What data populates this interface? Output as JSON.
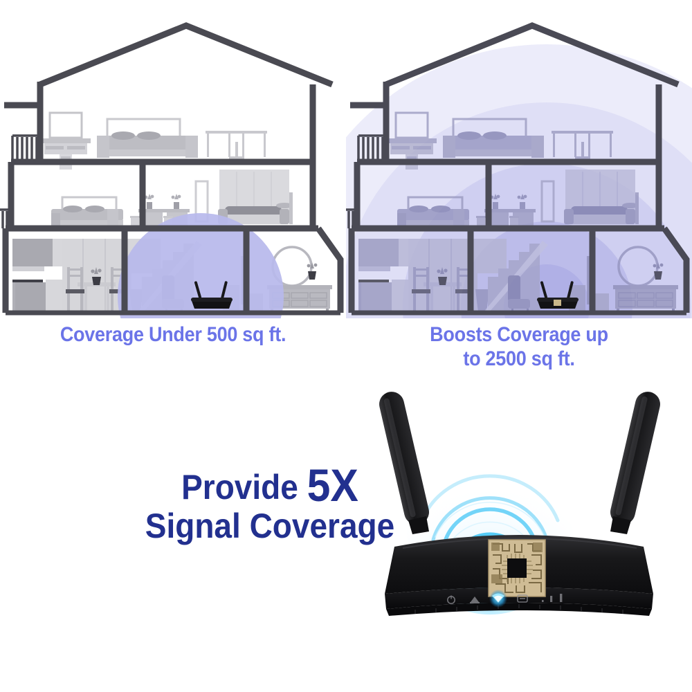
{
  "page": {
    "background": "#ffffff",
    "accent_light": "#6b74e8",
    "accent_dark": "#22308f",
    "coverage_fill": "#b7b9ec",
    "wall_color": "#4a4a52",
    "router_color": "#1a1a1c",
    "wifi_glow": "#29b6f6"
  },
  "panels": [
    {
      "id": "house-before",
      "caption": "Coverage Under 500 sq ft.",
      "coverage_label": "small",
      "coverage_sq_ft": 500,
      "rings": 1,
      "device_name": "wireless-router"
    },
    {
      "id": "house-after",
      "caption_line1": "Boosts Coverage up",
      "caption_line2": "to 2500 sq ft.",
      "caption": "Boosts Coverage up to 2500 sq ft.",
      "coverage_label": "large",
      "coverage_sq_ft": 2500,
      "rings": 4,
      "device_name": "wireless-router"
    }
  ],
  "headline": {
    "line1_prefix": "Provide ",
    "line1_emphasis": "5X",
    "line2": "Signal Coverage"
  },
  "product": {
    "name": "wireless-4g-router",
    "antennas": 2,
    "chip_label": "processor-chip",
    "wifi_arcs": 5,
    "leds": [
      {
        "name": "power-led",
        "lit": false
      },
      {
        "name": "internet-led",
        "lit": false
      },
      {
        "name": "wifi-led",
        "lit": true
      },
      {
        "name": "lan-led",
        "lit": false
      },
      {
        "name": "signal-bar-1",
        "lit": false
      },
      {
        "name": "signal-bar-2",
        "lit": false
      },
      {
        "name": "signal-bar-3",
        "lit": false
      }
    ]
  }
}
